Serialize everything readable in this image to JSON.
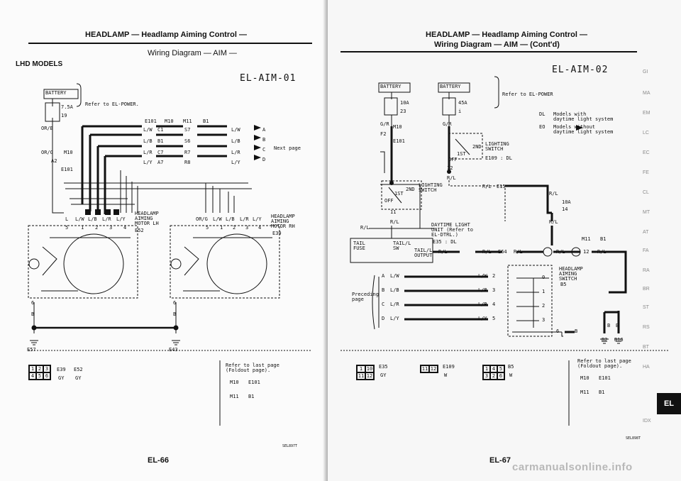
{
  "left": {
    "header": "HEADLAMP — Headlamp Aiming Control —",
    "subtitle": "Wiring Diagram — AIM —",
    "models": "LHD MODELS",
    "code": "EL-AIM-01",
    "battery": "BATTERY",
    "refer_power": "Refer to EL-POWER.",
    "fuse_amp": "7.5A",
    "fuse_no": "19",
    "wire_orb": "OR/B",
    "wire_org": "OR/G",
    "conn_m10": "M10",
    "conn_a2": "A2",
    "conn_e101": "E101",
    "hdr_conns": [
      "E101",
      "M10",
      "M11",
      "B1"
    ],
    "left_wires": [
      "L/W",
      "L/B",
      "L/R",
      "L/Y"
    ],
    "left_pins": [
      "C1",
      "B1",
      "C7",
      "A7"
    ],
    "mid_pins": [
      "S7",
      "S6",
      "R7",
      "R8"
    ],
    "arrow_pins": [
      "A",
      "B",
      "C",
      "D"
    ],
    "next_page": "Next page",
    "motor_lh": "HEADLAMP\nAIMING\nMOTOR LH",
    "motor_rh": "HEADLAMP\nAIMING\nMOTOR RH",
    "motor_lh_conn": "E52",
    "motor_rh_conn": "E39",
    "lh_labels": [
      "L",
      "L/W",
      "L/B",
      "L/R",
      "L/Y"
    ],
    "rh_labels": [
      "OR/G",
      "L/W",
      "L/B",
      "L/R",
      "L/Y"
    ],
    "pins_row": [
      "5",
      "1",
      "2",
      "3",
      "4"
    ],
    "ground_pin": "6",
    "ground_wire": "B",
    "ground_left": "E57",
    "ground_right": "E43",
    "conn_grid": [
      "1",
      "2",
      "3",
      "4",
      "5",
      "6"
    ],
    "foot_conns": [
      "E39",
      "E52"
    ],
    "foot_colors": [
      "GY",
      "GY"
    ],
    "refer_last": "Refer to last page\n(Foldout page).",
    "refs": [
      "M10",
      "E101",
      "M11",
      "B1"
    ],
    "page_no": "EL-66",
    "fig_code": "SEL897T"
  },
  "right": {
    "header": "HEADLAMP — Headlamp Aiming Control —",
    "subtitle": "Wiring Diagram — AIM — (Cont'd)",
    "code": "EL-AIM-02",
    "battery1": "BATTERY",
    "battery2": "BATTERY",
    "refer_power": "Refer to EL-POWER",
    "fuse1_amp": "10A",
    "fuse1_no": "23",
    "fuse2_amp": "45A",
    "fuse2_no": "i",
    "wire_gr": "G/R",
    "conn_m10": "M10",
    "conn_e101": "E101",
    "conn_f2": "F2",
    "legend_dl": "DL",
    "legend_dl_text": "Models with\ndaytime light system",
    "legend_eo": "EO",
    "legend_eo_text": "Models without\ndaytime light system",
    "lighting_switch": "LIGHTING\nSWITCH",
    "sw_1st": "1ST",
    "sw_2nd": "2ND",
    "sw_off": "OFF",
    "sw_conn": "E109 : DL",
    "pin_11": "11",
    "pin_12": "12",
    "wire_rl": "R/L",
    "conn_e15": "E15",
    "daytime": "DAYTIME LIGHT\nUNIT (Refer to\nEL-DTRL.)",
    "daytime_conn": "E35 : DL",
    "tail_fuse": "TAIL\nFUSE",
    "tail_sw": "TAIL/L\nSW",
    "tail_out": "TAIL/L\nOUTPUT",
    "fuse3_amp": "10A",
    "fuse3_no": "14",
    "conn_e64": "E64",
    "conn_b1": "B1",
    "conn_m11": "M11",
    "pin_12b": "12",
    "aim_switch": "HEADLAMP\nAIMING\nSWITCH",
    "aim_conn": "B5",
    "preceding": "Preceding\npage",
    "in_wires": [
      "L/W",
      "L/B",
      "L/R",
      "L/Y"
    ],
    "in_pins": [
      "A",
      "B",
      "C",
      "D"
    ],
    "sw_pins": [
      "2",
      "3",
      "4",
      "5"
    ],
    "sw_pos": [
      "0",
      "1",
      "2",
      "3"
    ],
    "ground_pin": "6",
    "ground_wire": "B",
    "grounds": [
      "B2",
      "B16"
    ],
    "foot_conns": [
      "E35",
      "E109",
      "B5"
    ],
    "foot_colors": [
      "GY",
      "W",
      "W"
    ],
    "grid_e35": [
      "1",
      "10",
      "11",
      "12"
    ],
    "grid_e109": [
      "11",
      "12"
    ],
    "grid_b5": [
      "1",
      "4",
      "5",
      "3",
      "2",
      "6"
    ],
    "refer_last": "Refer to last page\n(Foldout page).",
    "refs": [
      "M10",
      "E101",
      "M11",
      "B1"
    ],
    "page_no": "EL-67",
    "fig_code": "SEL898T",
    "tab": "EL",
    "side_codes": [
      "GI",
      "MA",
      "EM",
      "LC",
      "EC",
      "FE",
      "CL",
      "MT",
      "AT",
      "FA",
      "RA",
      "BR",
      "ST",
      "RS",
      "BT",
      "HA",
      "IDX"
    ]
  },
  "watermark": "carmanualsonline.info"
}
